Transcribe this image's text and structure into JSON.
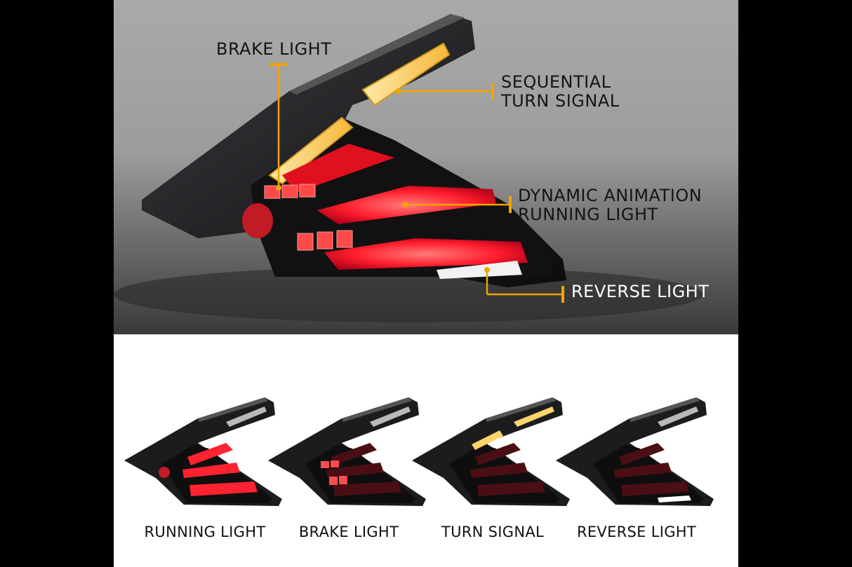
{
  "hero": {
    "callouts": {
      "brake": "BRAKE LIGHT",
      "sequential_line1": "SEQUENTIAL",
      "sequential_line2": "TURN SIGNAL",
      "dynamic_line1": "DYNAMIC ANIMATION",
      "dynamic_line2": "RUNNING LIGHT",
      "reverse": "REVERSE LIGHT"
    }
  },
  "modes": [
    {
      "label": "RUNNING LIGHT"
    },
    {
      "label": "BRAKE LIGHT"
    },
    {
      "label": "TURN SIGNAL"
    },
    {
      "label": "REVERSE LIGHT"
    }
  ],
  "colors": {
    "accent_orange": "#f2a400",
    "led_red": "#ff2a2a",
    "led_amber": "#ffd46a",
    "housing": "#1c1c1e"
  }
}
